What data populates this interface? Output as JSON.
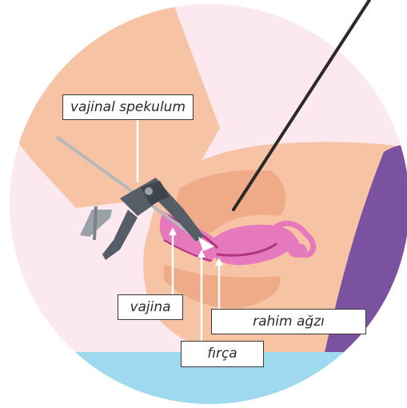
{
  "labels": {
    "speculum": "vajinal spekulum",
    "vagina": "vajina",
    "cervix": "rahim ağzı",
    "brush": "fırça"
  },
  "colors": {
    "background_circle": "#fbe9ef",
    "skin": "#f6c3a4",
    "skin_shadow": "#efab88",
    "organ_pink": "#e679bd",
    "organ_dark": "#b0357f",
    "blanket": "#7b52a0",
    "table": "#9fd9ef",
    "speculum_grey": "#555d66",
    "pointer_line": "#ffffff",
    "instrument": "#2a2a2a"
  },
  "icons": {
    "speculum": "speculum-icon",
    "brush": "brush-icon"
  }
}
